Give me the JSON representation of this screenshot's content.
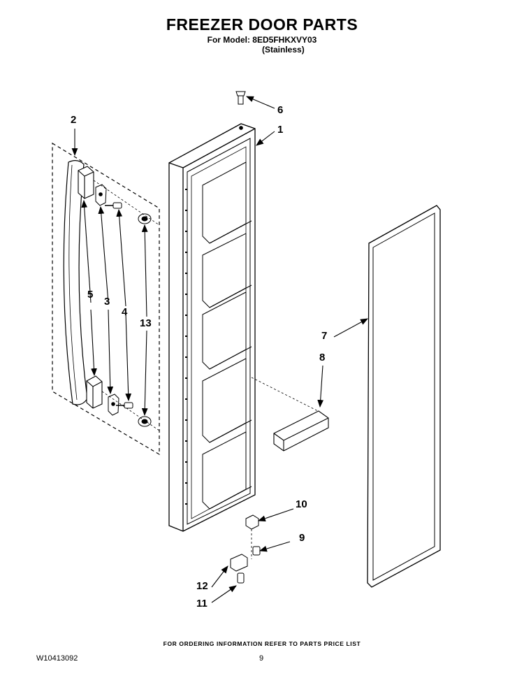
{
  "header": {
    "title": "FREEZER DOOR PARTS",
    "model_line": "For Model: 8ED5FHKXVY03",
    "finish_line": "(Stainless)"
  },
  "callouts": {
    "c1": "1",
    "c2": "2",
    "c3": "3",
    "c4": "4",
    "c5": "5",
    "c6": "6",
    "c7": "7",
    "c8": "8",
    "c9": "9",
    "c10": "10",
    "c11": "11",
    "c12": "12",
    "c13": "13"
  },
  "footer": {
    "ordering_note": "FOR ORDERING INFORMATION REFER TO PARTS PRICE LIST",
    "doc_number": "W10413092",
    "page_number": "9"
  }
}
